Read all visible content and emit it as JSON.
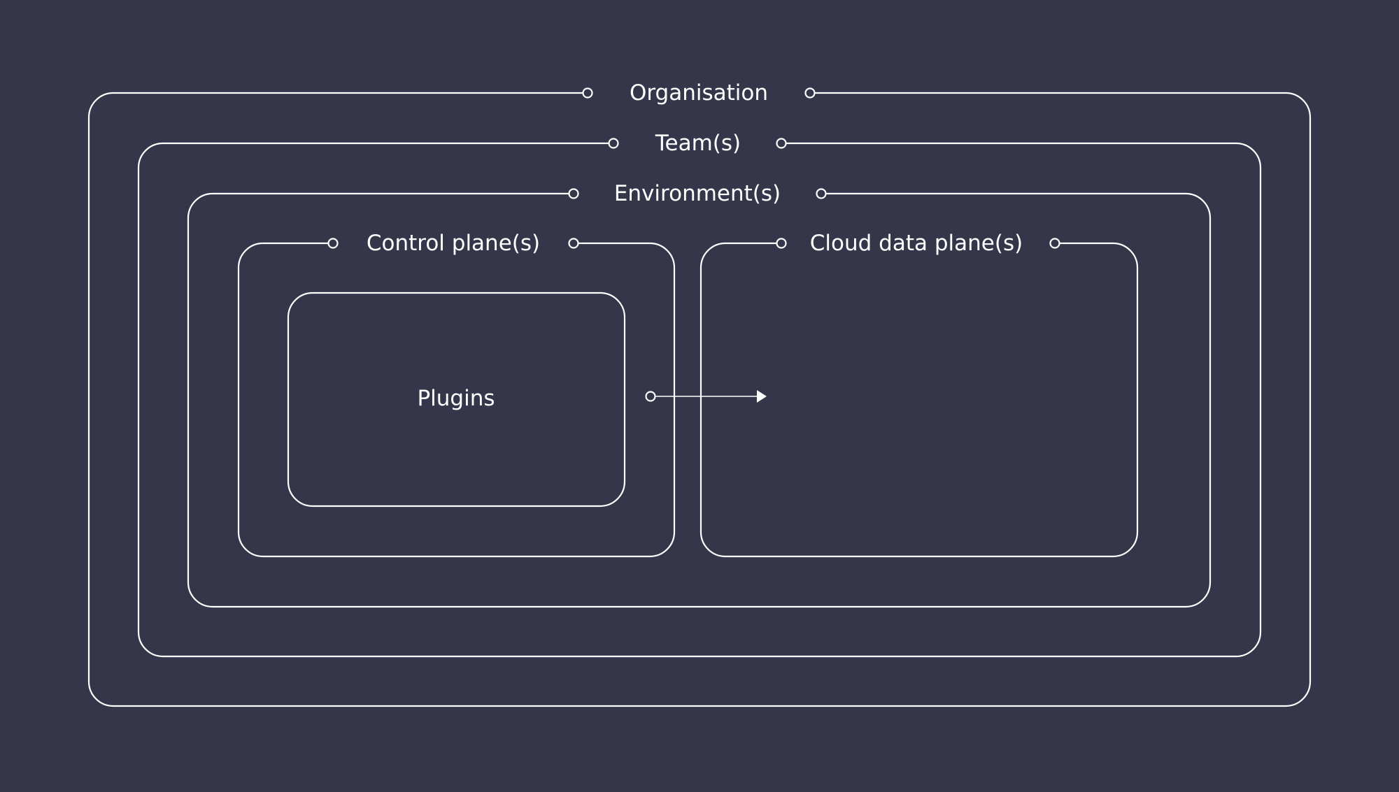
{
  "colors": {
    "background": "#36364b",
    "stroke": "#ffffff",
    "text": "#ffffff"
  },
  "diagram": {
    "organisation": {
      "label": "Organisation"
    },
    "teams": {
      "label": "Team(s)"
    },
    "environments": {
      "label": "Environment(s)"
    },
    "control_planes": {
      "label": "Control plane(s)"
    },
    "cloud_data_planes": {
      "label": "Cloud data plane(s)"
    },
    "plugins": {
      "label": "Plugins"
    },
    "edges": [
      {
        "from": "plugins",
        "to": "cloud_data_planes",
        "style": "arrow"
      }
    ]
  }
}
